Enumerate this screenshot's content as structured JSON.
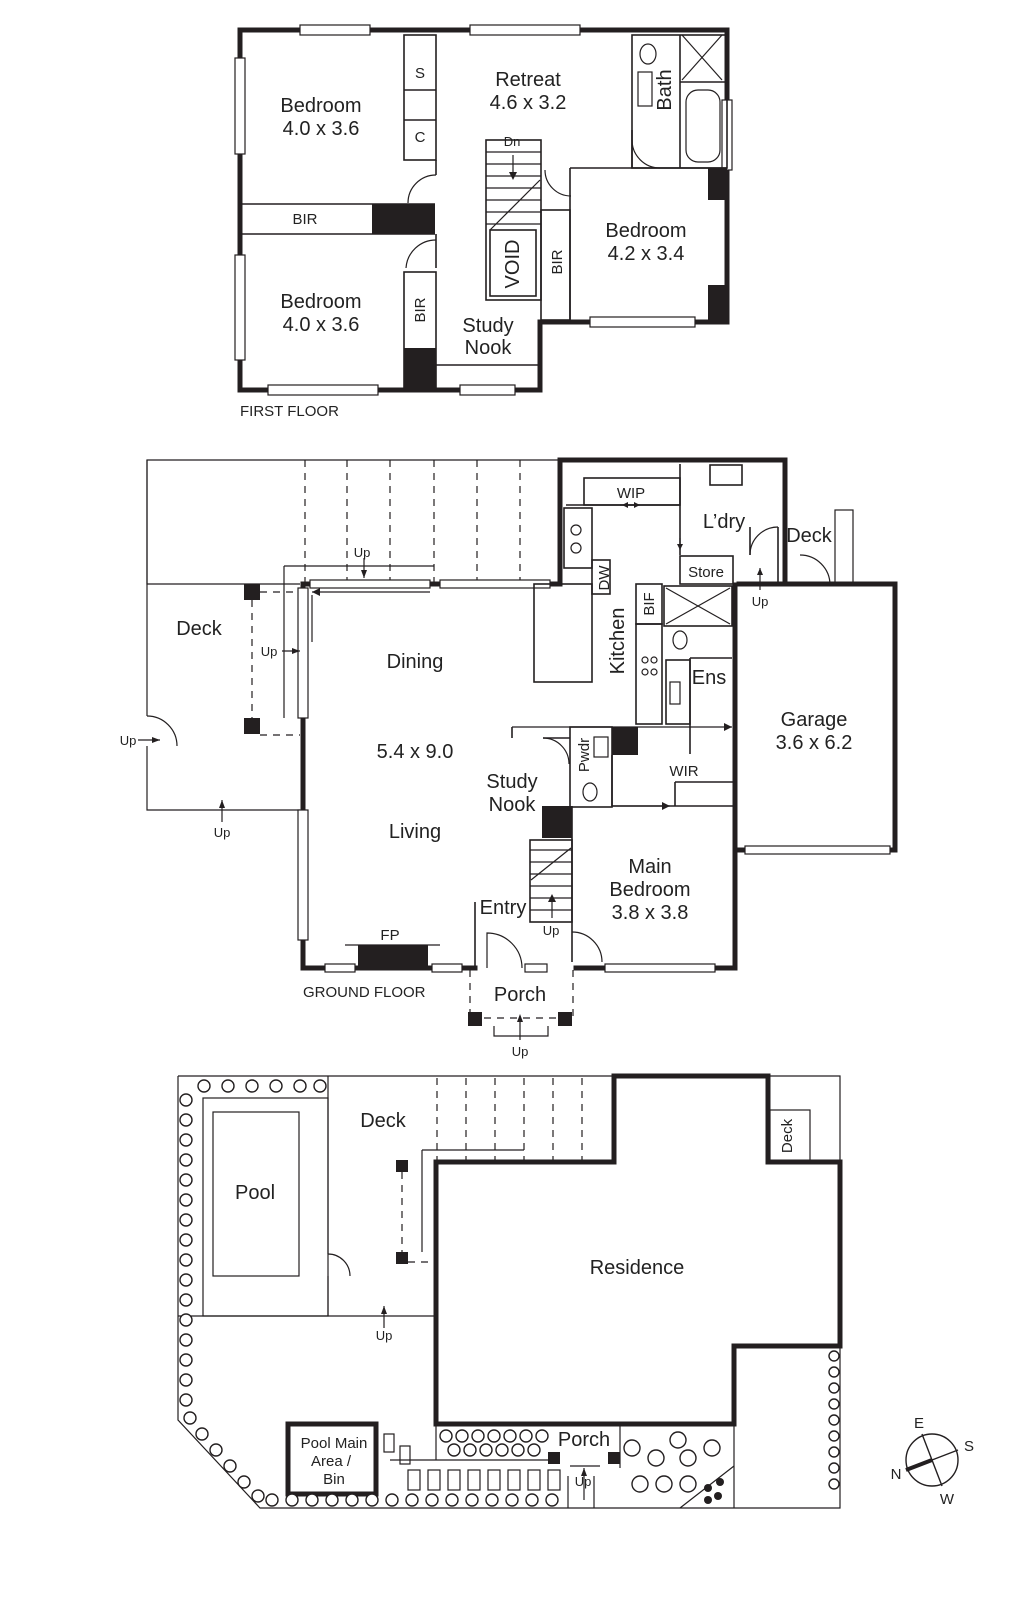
{
  "first_floor": {
    "caption": "FIRST FLOOR",
    "rooms": {
      "bedroom_1": [
        "Bedroom",
        "4.0 x 3.6"
      ],
      "bedroom_2": [
        "Bedroom",
        "4.0 x 3.6"
      ],
      "bedroom_3": [
        "Bedroom",
        "4.2 x 3.4"
      ],
      "retreat": [
        "Retreat",
        "4.6 x 3.2"
      ],
      "bath": "Bath",
      "bir_1": "BIR",
      "bir_2": "BIR",
      "bir_3": "BIR",
      "s": "S",
      "c": "C",
      "void": "VOID",
      "dn": "Dn",
      "study_nook": [
        "Study",
        "Nook"
      ]
    }
  },
  "ground_floor": {
    "caption": "GROUND FLOOR",
    "rooms": {
      "deck": "Deck",
      "dining": "Dining",
      "dimension": "5.4 x 9.0",
      "living": "Living",
      "wip": "WIP",
      "laundry": "L’dry",
      "deck_small": "Deck",
      "store": "Store",
      "dw": "DW",
      "bif": "BIF",
      "kitchen": "Kitchen",
      "ens": "Ens",
      "garage": [
        "Garage",
        "3.6 x 6.2"
      ],
      "pwdr": "Pwdr",
      "wir": "WIR",
      "study_nook": [
        "Study",
        "Nook"
      ],
      "main_bedroom": [
        "Main",
        "Bedroom",
        "3.8 x 3.8"
      ],
      "entry": "Entry",
      "fp": "FP",
      "porch": "Porch",
      "up": "Up"
    }
  },
  "site_plan": {
    "labels": {
      "deck": "Deck",
      "pool": "Pool",
      "residence": "Residence",
      "deck_small": "Deck",
      "pool_bin": [
        "Pool Main",
        "Area /",
        "Bin"
      ],
      "porch": "Porch",
      "up": "Up"
    }
  },
  "compass": {
    "n": "N",
    "e": "E",
    "s": "S",
    "w": "W"
  }
}
